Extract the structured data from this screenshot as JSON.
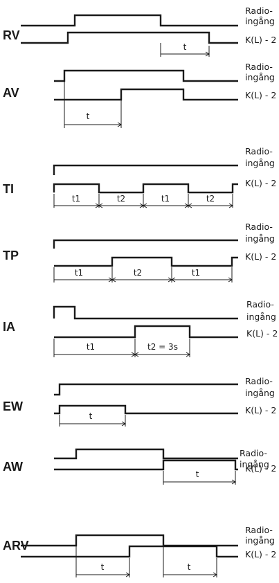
{
  "labels": {
    "radio_line1": "Radio-",
    "radio_line2": "ingång",
    "output": "K(L) - 2",
    "output_ia": "K(L) - 2"
  },
  "diagrams": [
    {
      "mode": "RV",
      "intervals": [
        "t"
      ]
    },
    {
      "mode": "AV",
      "intervals": [
        "t"
      ]
    },
    {
      "mode": "TI",
      "intervals": [
        "t1",
        "t2",
        "t1",
        "t2"
      ]
    },
    {
      "mode": "TP",
      "intervals": [
        "t1",
        "t2",
        "t1"
      ]
    },
    {
      "mode": "IA",
      "intervals": [
        "t1",
        "t2 = 3s"
      ]
    },
    {
      "mode": "EW",
      "intervals": [
        "t"
      ]
    },
    {
      "mode": "AW",
      "intervals": [
        "t"
      ]
    },
    {
      "mode": "ARV",
      "intervals": [
        "t",
        "t"
      ]
    }
  ]
}
